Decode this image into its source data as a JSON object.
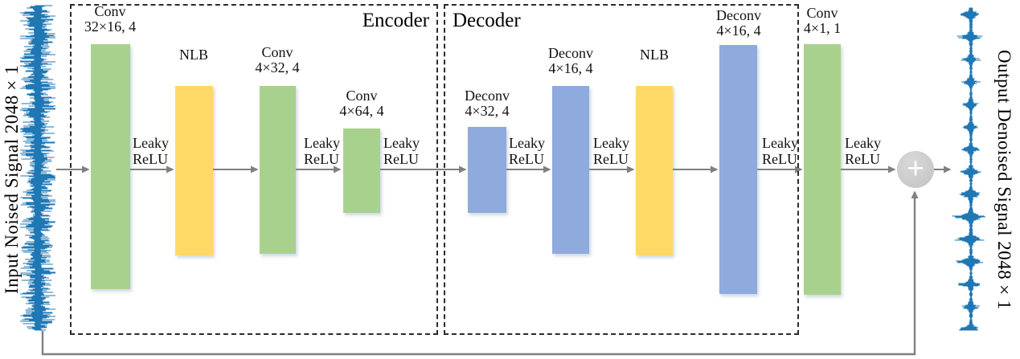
{
  "io": {
    "input_label": "Input Noised Signal 2048×1",
    "output_label": "Output Denoised Signal 2048×1"
  },
  "sections": {
    "encoder": {
      "title": "Encoder"
    },
    "decoder": {
      "title": "Decoder"
    }
  },
  "activation": {
    "line1": "Leaky",
    "line2": "ReLU"
  },
  "sum_node": {
    "symbol": "+"
  },
  "layers": [
    {
      "name": "Conv",
      "params": "32×16, 4",
      "kind": "conv",
      "section": "encoder"
    },
    {
      "name": "NLB",
      "params": "",
      "kind": "nlb",
      "section": "encoder"
    },
    {
      "name": "Conv",
      "params": "4×32, 4",
      "kind": "conv",
      "section": "encoder"
    },
    {
      "name": "Conv",
      "params": "4×64, 4",
      "kind": "conv",
      "section": "encoder"
    },
    {
      "name": "Deconv",
      "params": "4×32, 4",
      "kind": "deconv",
      "section": "decoder"
    },
    {
      "name": "Deconv",
      "params": "4×16, 4",
      "kind": "deconv",
      "section": "decoder"
    },
    {
      "name": "NLB",
      "params": "",
      "kind": "nlb",
      "section": "decoder"
    },
    {
      "name": "Deconv",
      "params": "4×16, 4",
      "kind": "deconv",
      "section": "decoder"
    },
    {
      "name": "Conv",
      "params": "4×1, 1",
      "kind": "conv",
      "section": "output"
    }
  ],
  "colors": {
    "conv_block": "#a9d18e",
    "nlb_block": "#ffd966",
    "deconv_block": "#8faadc",
    "arrow": "#808080",
    "waveform": "#1f77b4",
    "sum_node_fill": "#c9c9c9",
    "box_border": "#2b2b2b"
  }
}
